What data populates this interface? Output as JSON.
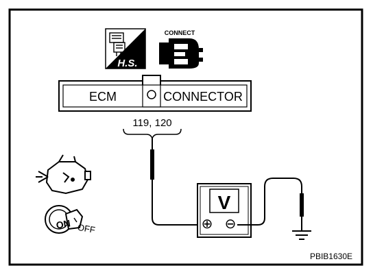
{
  "diagram": {
    "hs_badge": "H.S.",
    "connect_label": "CONNECT",
    "connector": {
      "left_label": "ECM",
      "right_label": "CONNECTOR"
    },
    "terminals": "119, 120",
    "meter": {
      "display": "V",
      "positive": "⊕",
      "negative": "⊖"
    },
    "ignition": {
      "on_label": "ON",
      "off_label": "OFF"
    },
    "figure_code": "PBIB1630E"
  },
  "colors": {
    "line": "#000000",
    "background": "#ffffff"
  },
  "icons": [
    "tool-icon",
    "connector-plug-icon",
    "engine-icon",
    "ignition-key-icon",
    "ground-icon"
  ]
}
